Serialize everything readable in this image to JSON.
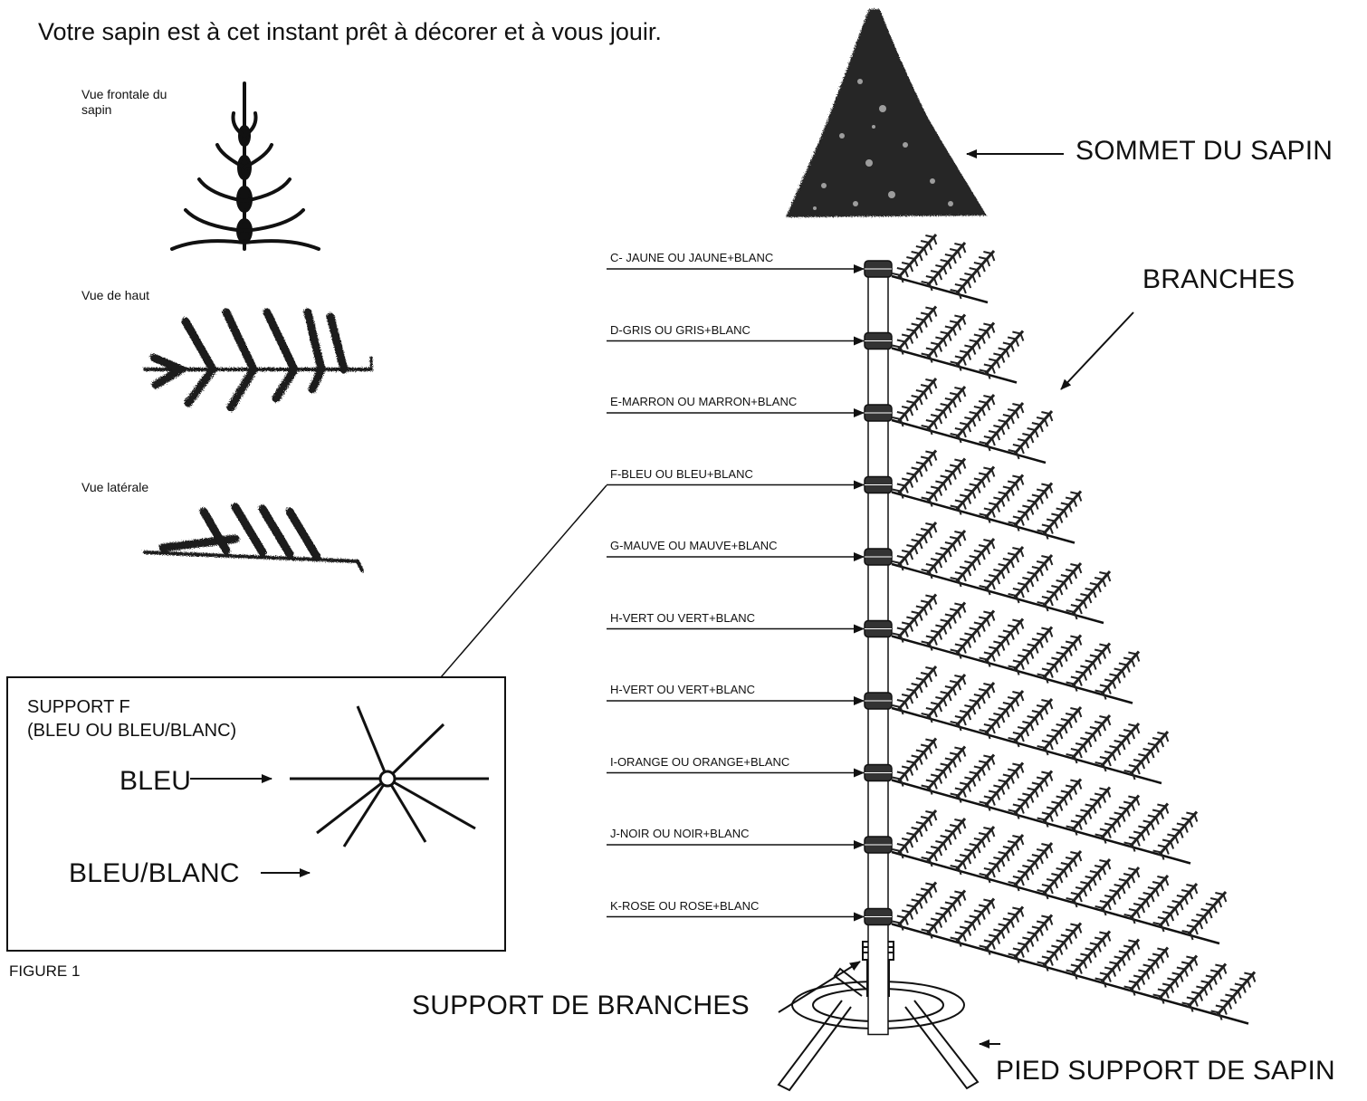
{
  "intro_text": "Votre sapin est à cet instant prêt à décorer et à vous jouir.",
  "views": {
    "front": "Vue frontale du sapin",
    "top": "Vue de haut",
    "side": "Vue latérale"
  },
  "labels": {
    "sommet": "SOMMET DU SAPIN",
    "branches": "BRANCHES",
    "support_branches": "SUPPORT DE BRANCHES",
    "pied": "PIED SUPPORT DE SAPIN",
    "figure": "FIGURE 1"
  },
  "inset": {
    "title_line1": "SUPPORT F",
    "title_line2": "(BLEU OU BLEU/BLANC)",
    "bleu": "BLEU",
    "bleu_blanc": "BLEU/BLANC"
  },
  "rows": [
    {
      "label": "C- JAUNE OU JAUNE+BLANC",
      "branch_count": 3
    },
    {
      "label": "D-GRIS OU GRIS+BLANC",
      "branch_count": 4
    },
    {
      "label": "E-MARRON OU MARRON+BLANC",
      "branch_count": 5
    },
    {
      "label": "F-BLEU OU BLEU+BLANC",
      "branch_count": 6
    },
    {
      "label": "G-MAUVE OU MAUVE+BLANC",
      "branch_count": 7
    },
    {
      "label": "H-VERT OU VERT+BLANC",
      "branch_count": 8
    },
    {
      "label": "H-VERT OU VERT+BLANC",
      "branch_count": 9
    },
    {
      "label": "I-ORANGE OU ORANGE+BLANC",
      "branch_count": 10
    },
    {
      "label": "J-NOIR OU NOIR+BLANC",
      "branch_count": 11
    },
    {
      "label": "K-ROSE OU ROSE+BLANC",
      "branch_count": 12
    }
  ],
  "colors": {
    "ink": "#111111",
    "tree": "#262626"
  }
}
